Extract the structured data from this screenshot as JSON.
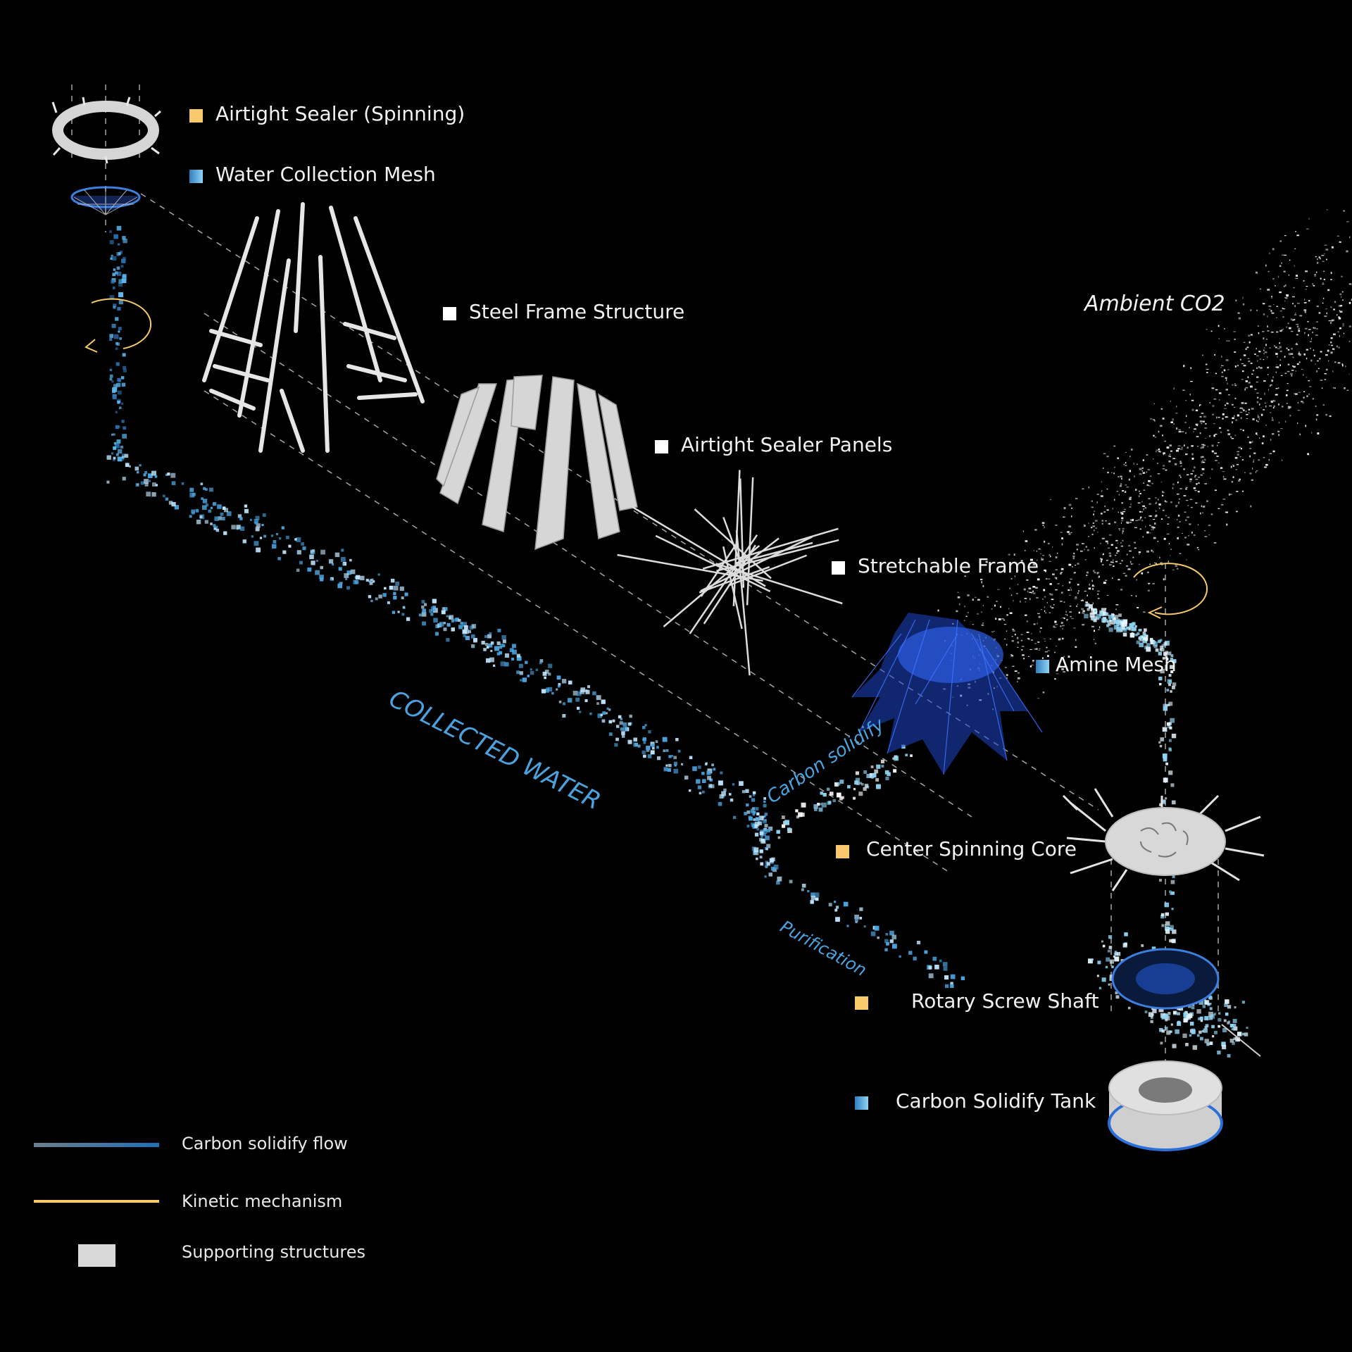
{
  "components": [
    {
      "label": "Airtight Sealer (Spinning)",
      "marker": "yellow"
    },
    {
      "label": "Water Collection Mesh",
      "marker": "blue"
    },
    {
      "label": "Steel Frame Structure",
      "marker": "white"
    },
    {
      "label": "Airtight Sealer Panels",
      "marker": "white"
    },
    {
      "label": "Stretchable Frame",
      "marker": "white"
    },
    {
      "label": "Amine Mesh",
      "marker": "blue"
    },
    {
      "label": "Center Spinning Core",
      "marker": "yellow"
    },
    {
      "label": "Rotary Screw Shaft",
      "marker": "yellow"
    },
    {
      "label": "Carbon Solidify Tank",
      "marker": "blue"
    }
  ],
  "annotations": {
    "ambient": "Ambient CO2",
    "collected_water": "COLLECTED WATER",
    "carbon_solidify": "Carbon solidify",
    "purification": "Purification"
  },
  "legend": {
    "carbon_flow": "Carbon solidify flow",
    "kinetic": "Kinetic mechanism",
    "supporting": "Supporting structures"
  },
  "colors": {
    "background": "#000000",
    "kinetic": "#f7c96a",
    "water": "#5ab8f0",
    "carbon_flow": "#1f6fb8",
    "structure": "#d9d9d9"
  }
}
